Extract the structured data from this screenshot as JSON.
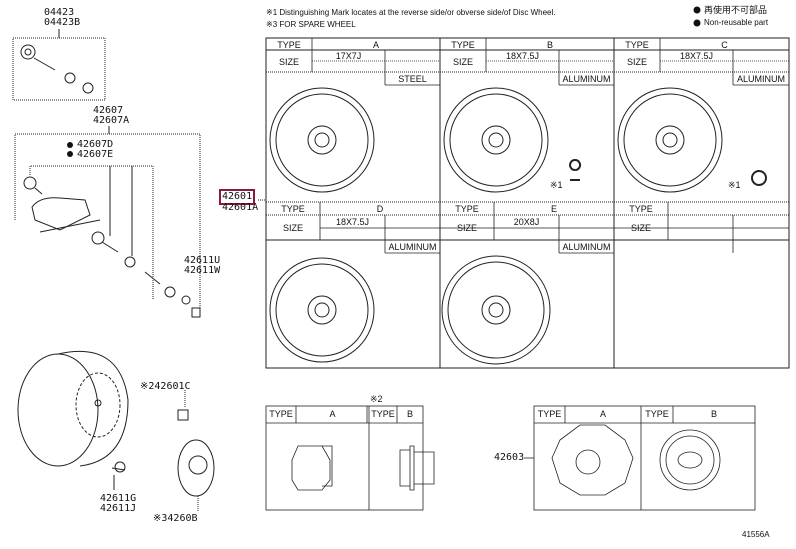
{
  "notes": {
    "note1": "※1 Distinguishing Mark locates at the reverse side/or obverse side/of Disc Wheel.",
    "note3": "※3 FOR SPARE WHEEL",
    "legend_jp": "再使用不可部品",
    "legend_en": "Non-reusable part"
  },
  "wheels": [
    {
      "type_label": "TYPE",
      "type": "A",
      "size_label": "SIZE",
      "size": "17X7J",
      "material": "STEEL"
    },
    {
      "type_label": "TYPE",
      "type": "B",
      "size_label": "SIZE",
      "size": "18X7.5J",
      "material": "ALUMINUM",
      "mark": "※1"
    },
    {
      "type_label": "TYPE",
      "type": "C",
      "size_label": "SIZE",
      "size": "18X7.5J",
      "material": "ALUMINUM",
      "mark": "※1"
    },
    {
      "type_label": "TYPE",
      "type": "D",
      "size_label": "SIZE",
      "size": "18X7.5J",
      "material": "ALUMINUM"
    },
    {
      "type_label": "TYPE",
      "type": "E",
      "size_label": "SIZE",
      "size": "20X8J",
      "material": "ALUMINUM"
    },
    {
      "type_label": "TYPE",
      "type": "",
      "size_label": "SIZE"
    }
  ],
  "parts": {
    "p04423": "04423",
    "p04423b": "04423B",
    "p42607": "42607",
    "p42607a": "42607A",
    "p42607d": "42607D",
    "p42607e": "42607E",
    "p42611u": "42611U",
    "p42611w": "42611W",
    "p42601": "42601",
    "p42601a": "42601A",
    "p42601c": "※242601C",
    "p42611g": "42611G",
    "p42611j": "42611J",
    "p42608": "※34260B",
    "p42603": "42603"
  },
  "nuts": {
    "mark": "※2",
    "type_label": "TYPE",
    "a": "A",
    "b": "B"
  },
  "caps": {
    "type_label": "TYPE",
    "a": "A",
    "b": "B"
  },
  "diagram_id": "41556A"
}
